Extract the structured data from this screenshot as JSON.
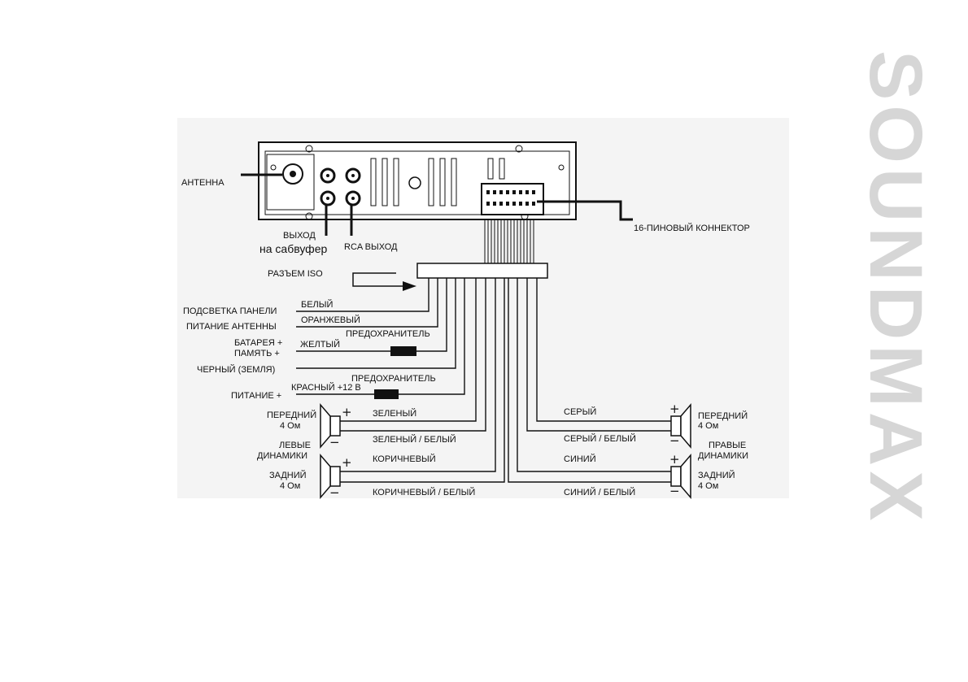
{
  "brand": "SOUNDMAX",
  "labels": {
    "antenna": "АНТЕННА",
    "connector16": "16-ПИНОВЫЙ КОННЕКТОР",
    "sub_out_line1": "ВЫХОД",
    "sub_out_line2": "на сабвуфер",
    "rca_out": "RCA ВЫХОД",
    "iso_connector": "РАЗЪЕМ ISO",
    "panel_light": "ПОДСВЕТКА ПАНЕЛИ",
    "white": "БЕЛЫЙ",
    "antenna_power": "ПИТАНИЕ АНТЕННЫ",
    "orange": "ОРАНЖЕВЫЙ",
    "battery_line1": "БАТАРЕЯ +",
    "battery_line2": "ПАМЯТЬ +",
    "yellow": "ЖЕЛТЫЙ",
    "fuse1": "ПРЕДОХРАНИТЕЛЬ",
    "ground": "ЧЕРНЫЙ (ЗЕМЛЯ)",
    "fuse2": "ПРЕДОХРАНИТЕЛЬ",
    "power": "ПИТАНИЕ +",
    "red": "КРАСНЫЙ +12 В",
    "left_front_line1": "ПЕРЕДНИЙ",
    "left_front_line2": "4 Ом",
    "left_speakers_line1": "ЛЕВЫЕ",
    "left_speakers_line2": "ДИНАМИКИ",
    "left_rear_line1": "ЗАДНИЙ",
    "left_rear_line2": "4 Ом",
    "green": "ЗЕЛЕНЫЙ",
    "green_white": "ЗЕЛЕНЫЙ / БЕЛЫЙ",
    "brown": "КОРИЧНЕВЫЙ",
    "brown_white": "КОРИЧНЕВЫЙ / БЕЛЫЙ",
    "gray": "СЕРЫЙ",
    "gray_white": "СЕРЫЙ / БЕЛЫЙ",
    "blue": "СИНИЙ",
    "blue_white": "СИНИЙ / БЕЛЫЙ",
    "right_front_line1": "ПЕРЕДНИЙ",
    "right_front_line2": "4 Ом",
    "right_speakers_line1": "ПРАВЫЕ",
    "right_speakers_line2": "ДИНАМИКИ",
    "right_rear_line1": "ЗАДНИЙ",
    "right_rear_line2": "4 Ом",
    "plus": "+",
    "minus": "−"
  },
  "colors": {
    "line": "#111111",
    "brand": "#d6d6d6",
    "panel_bg": "#f3f3f3"
  }
}
